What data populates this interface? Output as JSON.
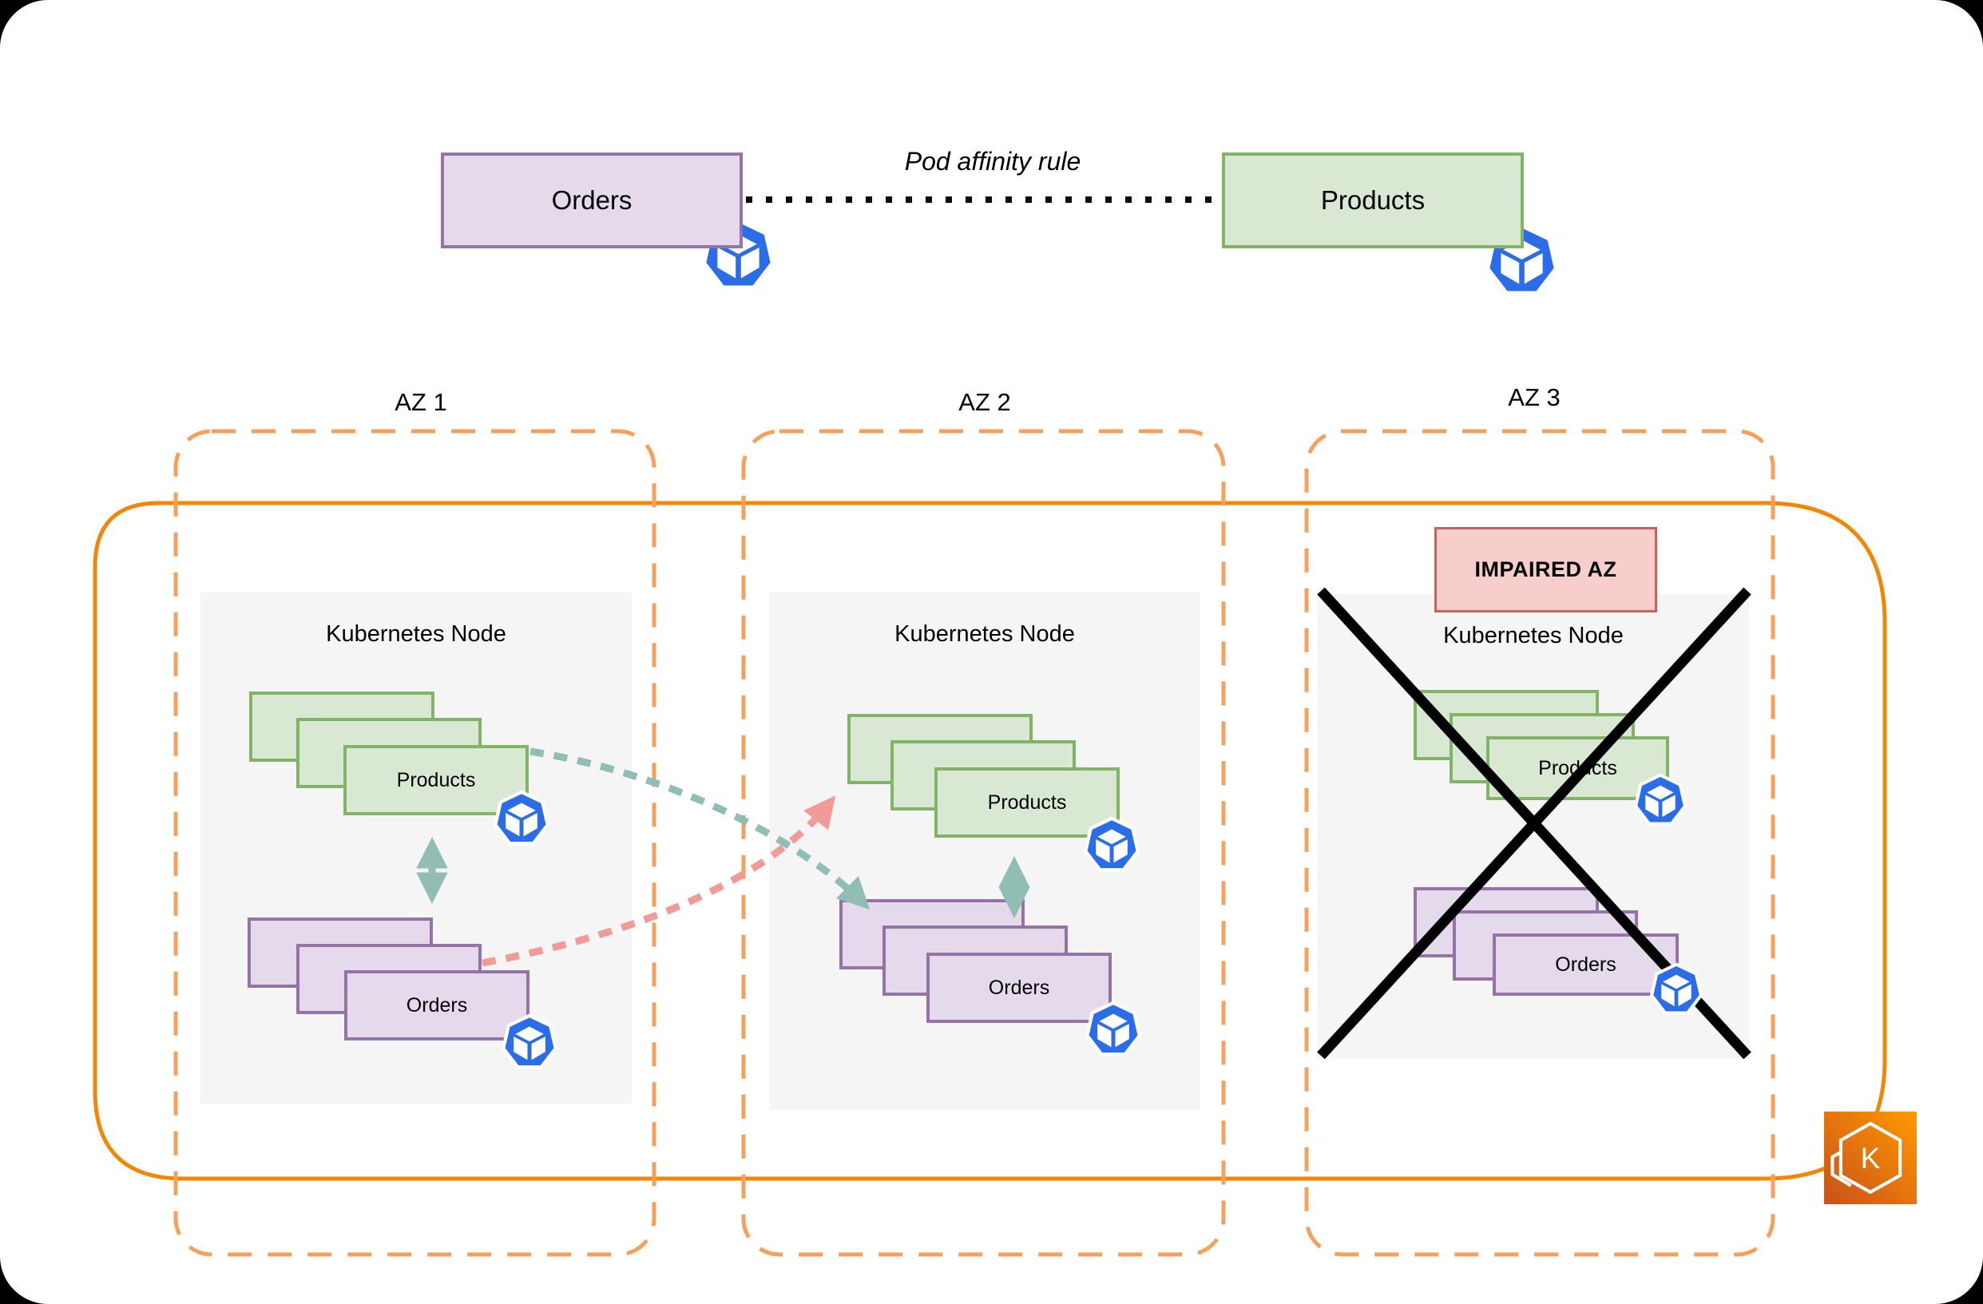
{
  "top": {
    "orders_label": "Orders",
    "products_label": "Products",
    "affinity_label": "Pod affinity rule"
  },
  "zones": [
    {
      "label": "AZ 1",
      "node_title": "Kubernetes Node",
      "products_label": "Products",
      "orders_label": "Orders"
    },
    {
      "label": "AZ 2",
      "node_title": "Kubernetes Node",
      "products_label": "Products",
      "orders_label": "Orders"
    },
    {
      "label": "AZ 3",
      "node_title": "Kubernetes Node",
      "products_label": "Products",
      "orders_label": "Orders",
      "impaired_label": "IMPAIRED AZ"
    }
  ],
  "icons": {
    "pod_icon": "kubernetes-pod-icon",
    "eks_icon": "amazon-eks-icon",
    "eks_letter": "K"
  },
  "colors": {
    "cluster_border": "#F28705",
    "az_border": "#F5A15C",
    "node_fill": "#F5F5F5",
    "products_fill": "#D9E8D2",
    "products_border": "#82B366",
    "orders_fill": "#E5DAEB",
    "orders_border": "#9673A6",
    "impaired_fill": "#F8CECC",
    "impaired_border": "#C26360",
    "pod_blue": "#2B6DE8",
    "affinity_arrow_color": "#90BEB5",
    "anti_affinity_arrow_color": "#F09B98",
    "failure_cross_color": "#000000"
  }
}
